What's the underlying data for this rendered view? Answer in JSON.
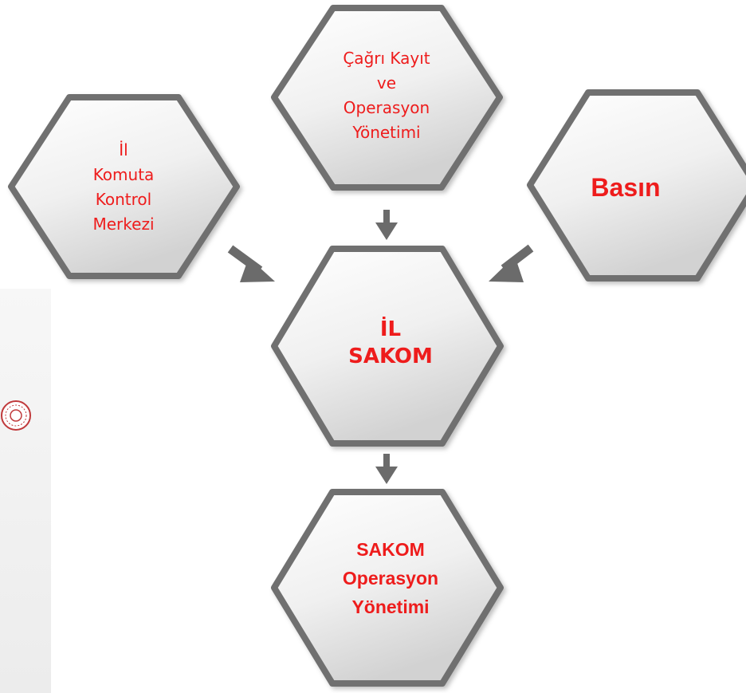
{
  "nodes": {
    "cagri": {
      "lines": [
        "Çağrı Kayıt",
        "ve",
        "Operasyon",
        "Yönetimi"
      ]
    },
    "il_komuta": {
      "lines": [
        "İl",
        "Komuta",
        "Kontrol",
        "Merkezi"
      ]
    },
    "basin": {
      "lines": [
        "Basın"
      ]
    },
    "il_sakom": {
      "lines": [
        "İL",
        "SAKOM"
      ]
    },
    "sakom_op": {
      "lines": [
        "SAKOM",
        "Operasyon",
        "Yönetimi"
      ]
    }
  },
  "colors": {
    "text": "#ee1c1c",
    "border": "#6f6f6f",
    "arrow": "#6b6b6b"
  }
}
